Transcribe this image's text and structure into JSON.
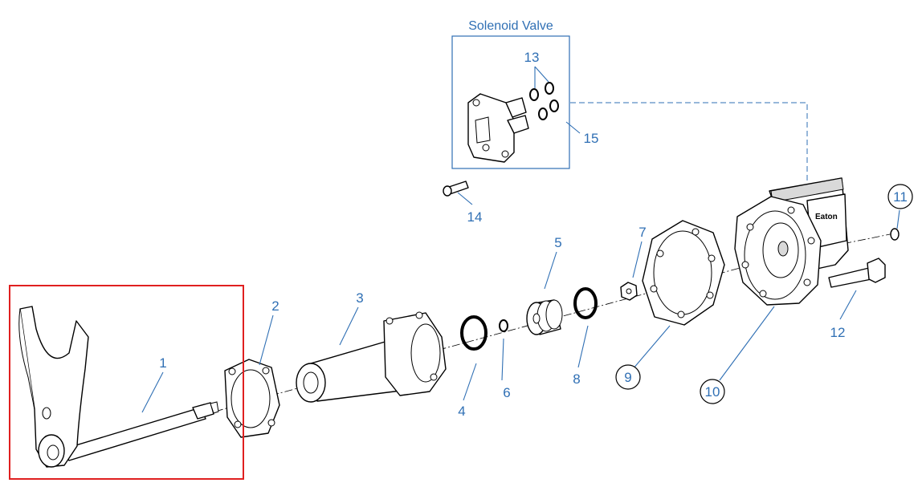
{
  "inset": {
    "title": "Solenoid Valve"
  },
  "parts": {
    "p1": "1",
    "p2": "2",
    "p3": "3",
    "p4": "4",
    "p5": "5",
    "p6": "6",
    "p7": "7",
    "p8": "8",
    "p9": "9",
    "p10": "10",
    "p11": "11",
    "p12": "12",
    "p13": "13",
    "p14": "14",
    "p15": "15"
  },
  "housing_mark": "Eaton",
  "colors": {
    "label": "#2f6fb4",
    "highlight_box": "#e02020",
    "outline": "#000000"
  }
}
